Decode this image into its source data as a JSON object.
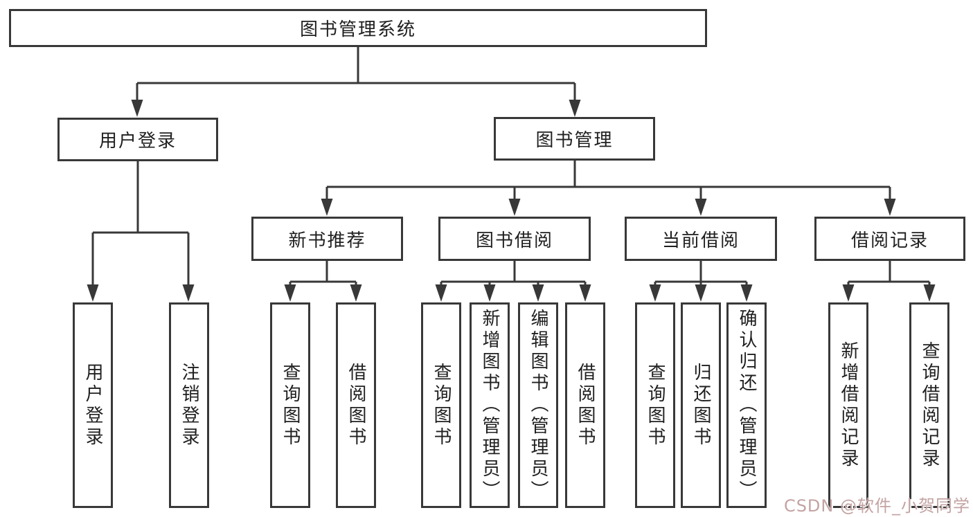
{
  "diagram": {
    "root": {
      "label": "图书管理系统"
    },
    "level2": [
      {
        "label": "用户登录"
      },
      {
        "label": "图书管理"
      }
    ],
    "level3": [
      {
        "label": "新书推荐"
      },
      {
        "label": "图书借阅"
      },
      {
        "label": "当前借阅"
      },
      {
        "label": "借阅记录"
      }
    ],
    "leaves": [
      {
        "label": "用户登录"
      },
      {
        "label": "注销登录"
      },
      {
        "label": "查询图书"
      },
      {
        "label": "借阅图书"
      },
      {
        "label": "查询图书"
      },
      {
        "label": "新增图书（管理员）"
      },
      {
        "label": "编辑图书（管理员）"
      },
      {
        "label": "借阅图书"
      },
      {
        "label": "查询图书"
      },
      {
        "label": "归还图书"
      },
      {
        "label": "确认归还（管理员）"
      },
      {
        "label": "新增借阅记录"
      },
      {
        "label": "查询借阅记录"
      }
    ]
  },
  "watermark": {
    "text": "CSDN @软件_小贺同学",
    "color": "#c4a3a3"
  },
  "colors": {
    "line": "#383838",
    "text": "#1f1f1f",
    "background": "#ffffff"
  }
}
